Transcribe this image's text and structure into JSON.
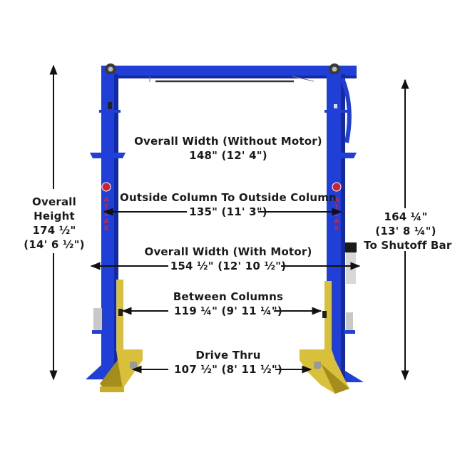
{
  "diagram": {
    "subject": "Two-post vehicle lift dimensions",
    "brand_text": "ATLAS",
    "colors": {
      "column_blue": "#1f3fd6",
      "column_blue_dark": "#142aa0",
      "carriage_yellow": "#d9c03a",
      "carriage_yellow_dark": "#a48d1c",
      "brand_red": "#d8252a",
      "arrow": "#111111",
      "text": "#1a1a1a",
      "background": "#ffffff"
    },
    "dimensions": {
      "overall_height": {
        "label_line1": "Overall",
        "label_line2": "Height",
        "value": "174 ½\"",
        "value_ft": "(14' 6 ½\")"
      },
      "shutoff_height": {
        "value": "164 ¼\"",
        "value_ft": "(13' 8 ¼\")",
        "label": "To Shutoff Bar"
      },
      "overall_width_without_motor": {
        "label": "Overall Width (Without Motor)",
        "value": "148\" (12' 4\")"
      },
      "outside_column": {
        "label": "Outside Column To Outside Column",
        "value": "135\" (11' 3\")"
      },
      "overall_width_with_motor": {
        "label": "Overall Width (With Motor)",
        "value": "154 ½\" (12' 10 ½\")"
      },
      "between_columns": {
        "label": "Between Columns",
        "value": "119 ¼\" (9' 11 ¼\")"
      },
      "drive_thru": {
        "label": "Drive Thru",
        "value": "107 ½\" (8' 11 ½\")"
      }
    }
  }
}
